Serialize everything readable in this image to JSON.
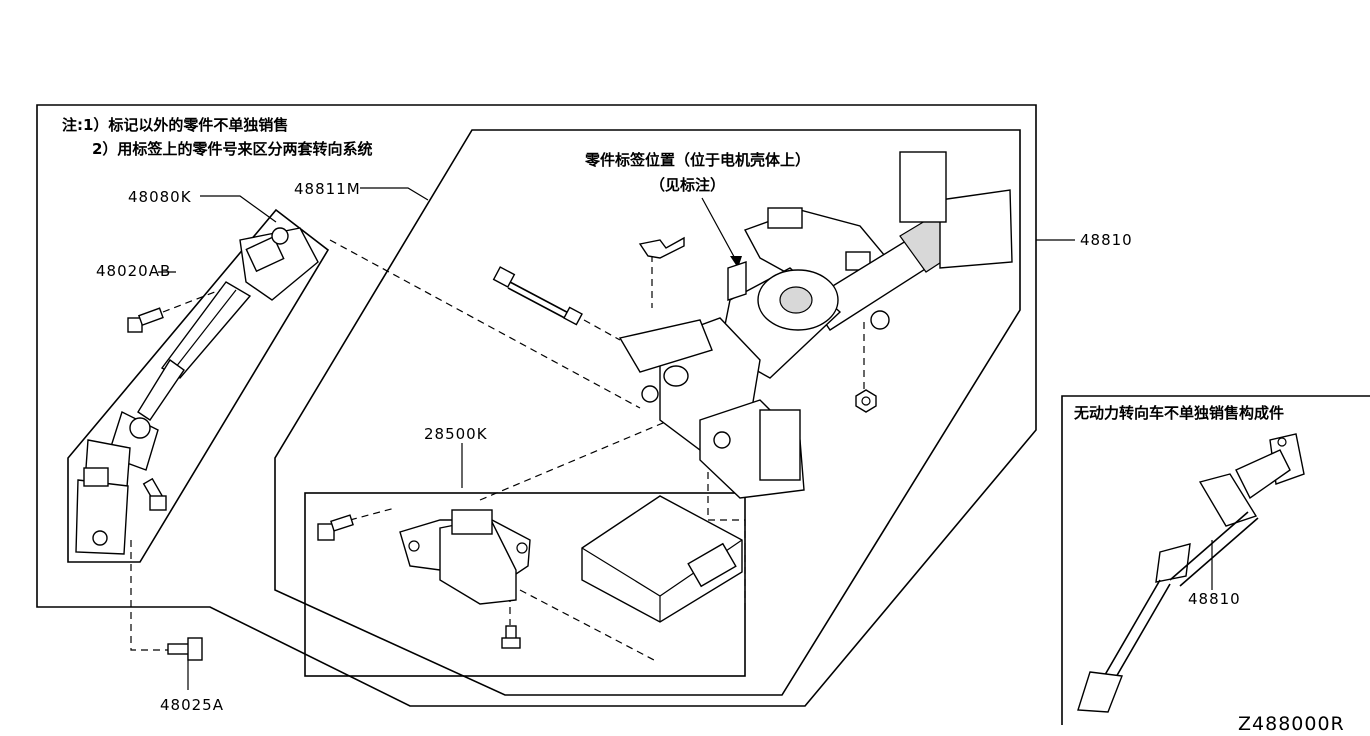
{
  "notes": {
    "line1": "注:1）标记以外的零件不单独销售",
    "line2": "2）用标签上的零件号来区分两套转向系统"
  },
  "label_note": {
    "line1": "零件标签位置（位于电机壳体上）",
    "line2": "（见标注）"
  },
  "inset_title": "无动力转向车不单独销售构成件",
  "part_numbers": {
    "p48080k": "48080K",
    "p48020ab": "48020AB",
    "p48811m": "48811M",
    "p48810": "48810",
    "p28500k": "28500K",
    "p48025a": "48025A",
    "p48810_inset": "48810"
  },
  "diagram_code": "Z488000R"
}
